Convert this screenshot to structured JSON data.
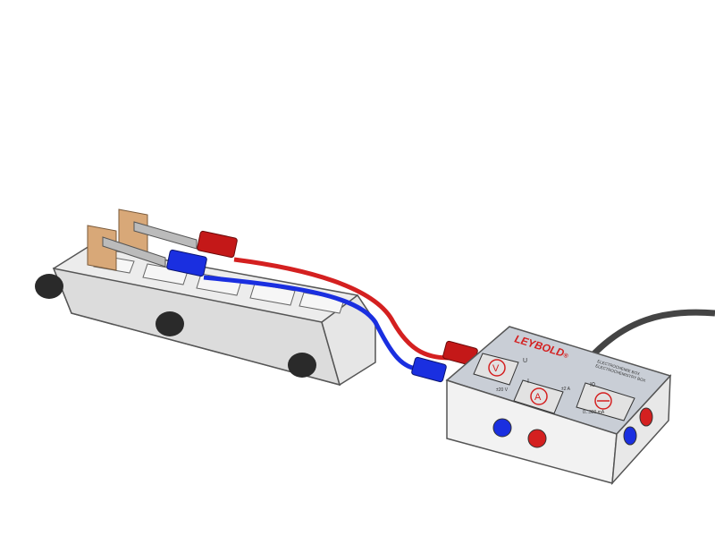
{
  "device": {
    "brand": "LEYBOLD",
    "brand_mark": "®",
    "model_line1": "ELECTROCHEMIE BOX",
    "model_line2": "ELECTROCHEMISTRY BOX",
    "voltmeter": {
      "symbol": "V",
      "label": "U",
      "range": "±20 V"
    },
    "ammeter": {
      "symbol": "A",
      "label": "I",
      "range": "±2 A"
    },
    "source": {
      "label": "I0",
      "range": "0...300 mA"
    }
  },
  "colors": {
    "red_cable": "#d42020",
    "blue_cable": "#1a2fe0",
    "brand_red": "#d42020",
    "panel": "#c9ced6"
  }
}
